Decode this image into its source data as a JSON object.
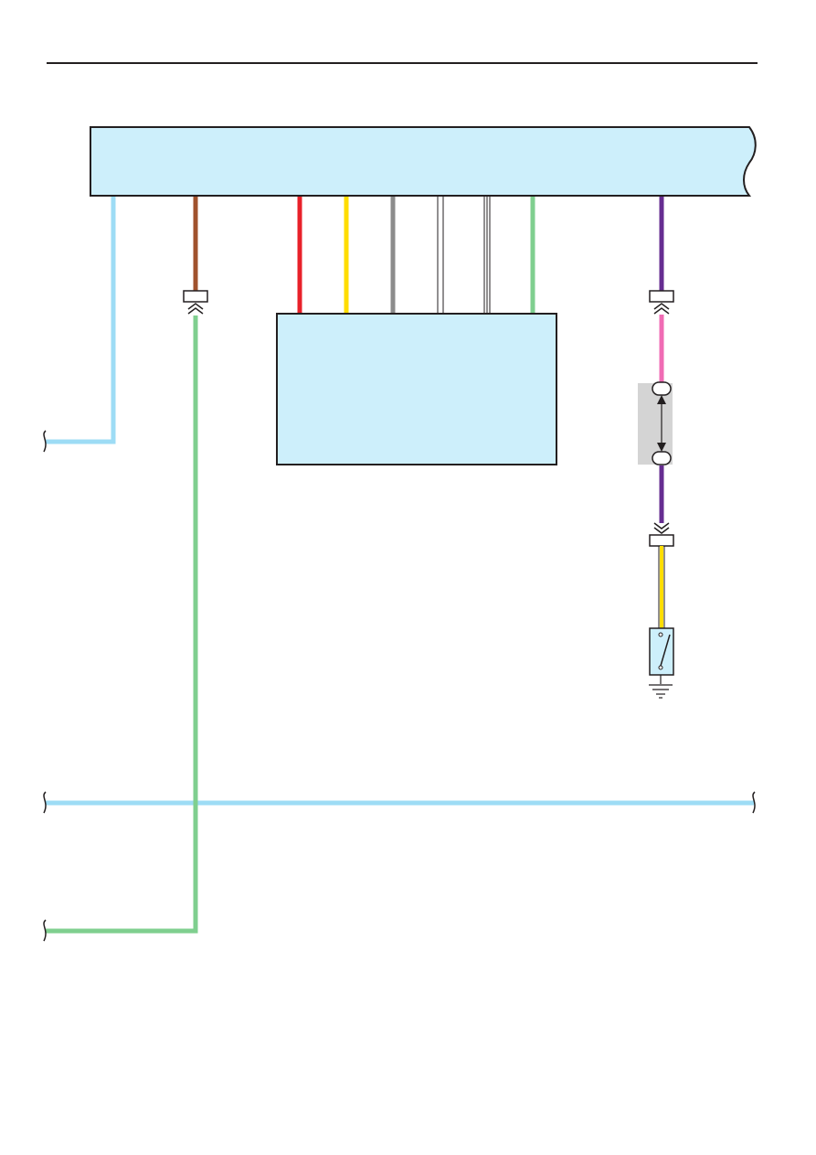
{
  "colors": {
    "module_fill": "#cdeffb",
    "outline": "#231f20",
    "light_blue": "#9ddcf5",
    "brown": "#a0522d",
    "red": "#e8212a",
    "yellow": "#ffdd00",
    "gray": "#8c8c8c",
    "green": "#7fcf8f",
    "purple": "#662d91",
    "pink": "#f06bb4",
    "shield_gray": "#d4d4d4"
  },
  "wires": [
    {
      "id": "light-blue-left",
      "color": "light_blue"
    },
    {
      "id": "brown-to-green",
      "color": "brown"
    },
    {
      "id": "red",
      "color": "red"
    },
    {
      "id": "yellow",
      "color": "yellow"
    },
    {
      "id": "gray",
      "color": "gray"
    },
    {
      "id": "white-double-1",
      "color": "white"
    },
    {
      "id": "white-double-2",
      "color": "white"
    },
    {
      "id": "green-short",
      "color": "green"
    },
    {
      "id": "purple-pink-purple",
      "color": "purple"
    },
    {
      "id": "yellow-to-switch",
      "color": "yellow"
    },
    {
      "id": "light-blue-bus",
      "color": "light_blue"
    },
    {
      "id": "green-bottom",
      "color": "green"
    }
  ]
}
